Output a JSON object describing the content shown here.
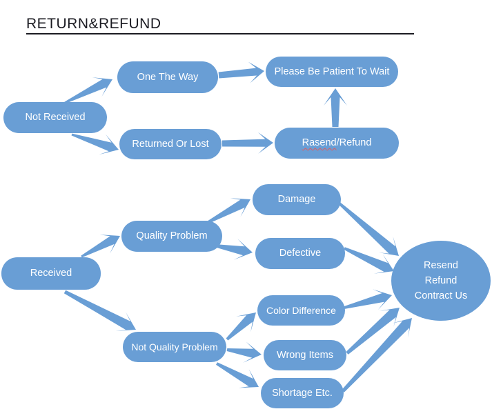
{
  "title": {
    "text": "RETURN&REFUND"
  },
  "colors": {
    "shape": "#699ED5",
    "node_text": "#FFFFFF",
    "title_text": "#1B1B22",
    "spellcheck_squiggle": "#E05C5C",
    "background": "#FFFFFF"
  },
  "nodes": {
    "not_received": {
      "label": "Not Received"
    },
    "one_the_way": {
      "label": "One The Way"
    },
    "please_wait": {
      "label": "Please Be Patient To Wait"
    },
    "returned_lost": {
      "label": "Returned Or Lost"
    },
    "rasend_refund": {
      "label_misspelled_part": "Rasend",
      "label_rest": "/Refund"
    },
    "received": {
      "label": "Received"
    },
    "quality_problem": {
      "label": "Quality Problem"
    },
    "damage": {
      "label": "Damage"
    },
    "defective": {
      "label": "Defective"
    },
    "not_quality_problem": {
      "label": "Not Quality Problem"
    },
    "color_difference": {
      "label": "Color Difference"
    },
    "wrong_items": {
      "label": "Wrong Items"
    },
    "shortage_etc": {
      "label": "Shortage Etc."
    },
    "final": {
      "lines": [
        "Resend",
        "Refund",
        "Contract Us"
      ]
    }
  },
  "edges": [
    {
      "from": "not_received",
      "to": "one_the_way"
    },
    {
      "from": "one_the_way",
      "to": "please_wait"
    },
    {
      "from": "not_received",
      "to": "returned_lost"
    },
    {
      "from": "returned_lost",
      "to": "rasend_refund"
    },
    {
      "from": "rasend_refund",
      "to": "please_wait"
    },
    {
      "from": "received",
      "to": "quality_problem"
    },
    {
      "from": "quality_problem",
      "to": "damage"
    },
    {
      "from": "quality_problem",
      "to": "defective"
    },
    {
      "from": "received",
      "to": "not_quality_problem"
    },
    {
      "from": "not_quality_problem",
      "to": "color_difference"
    },
    {
      "from": "not_quality_problem",
      "to": "wrong_items"
    },
    {
      "from": "not_quality_problem",
      "to": "shortage_etc"
    },
    {
      "from": "damage",
      "to": "final"
    },
    {
      "from": "defective",
      "to": "final"
    },
    {
      "from": "color_difference",
      "to": "final"
    },
    {
      "from": "wrong_items",
      "to": "final"
    },
    {
      "from": "shortage_etc",
      "to": "final"
    }
  ]
}
